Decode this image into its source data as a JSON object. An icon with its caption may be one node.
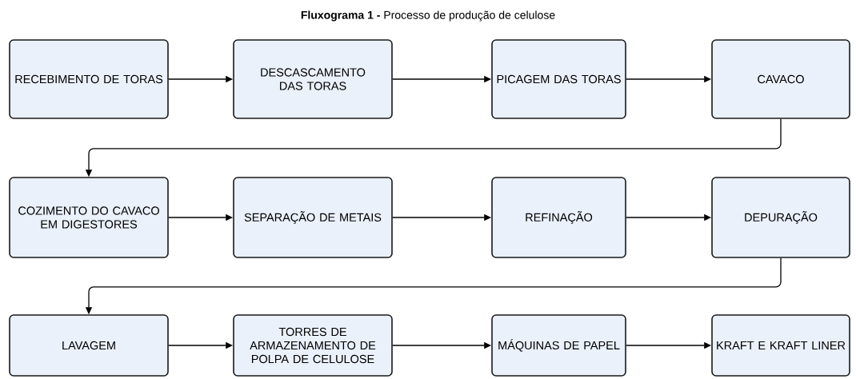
{
  "diagram": {
    "title": "**Fluxograma 1 -** Processo de produção de celulose",
    "nodes": [
      {
        "text": [
          "RECEBIMENTO DE TORAS"
        ]
      },
      {
        "text": [
          "DESCASCAMENTO DAS TORAS"
        ]
      },
      {
        "text": [
          "PICAGEM DAS TORAS"
        ]
      },
      {
        "text": [
          "CAVACO"
        ]
      },
      {
        "text": [
          "COZIMENTO DO CAVACO EM DIGESTORES"
        ]
      },
      {
        "text": [
          "SEPARAÇÃO DE METAIS"
        ]
      },
      {
        "text": [
          "REFINAÇÃO"
        ]
      },
      {
        "text": [
          "DEPURAÇÃO"
        ]
      },
      {
        "text": [
          "LAVAGEM"
        ]
      },
      {
        "text": [
          "TORRES DE ARMAZENAMENTO DE POLPA DE CELULOSE"
        ]
      },
      {
        "text": [
          "MÁQUINAS DE PAPEL"
        ]
      },
      {
        "text": [
          "KRAFT E KRAFT LINER"
        ]
      }
    ],
    "edges": [
      {
        "from": 0,
        "to": 1,
        "arrow": "to"
      },
      {
        "from": 1,
        "to": 2,
        "arrow": "to"
      },
      {
        "from": 2,
        "to": 3,
        "arrow": "to"
      },
      {
        "from": 3,
        "to": 4,
        "arrow": "to"
      },
      {
        "from": 4,
        "to": 5,
        "arrow": "to"
      },
      {
        "from": 5,
        "to": 6,
        "arrow": "to"
      },
      {
        "from": 6,
        "to": 7,
        "arrow": "to"
      },
      {
        "from": 7,
        "to": 8,
        "arrow": "to"
      },
      {
        "from": 8,
        "to": 9,
        "arrow": "to"
      },
      {
        "from": 9,
        "to": 10,
        "arrow": "to"
      },
      {
        "from": 10,
        "to": 11,
        "arrow": "to"
      }
    ]
  }
}
